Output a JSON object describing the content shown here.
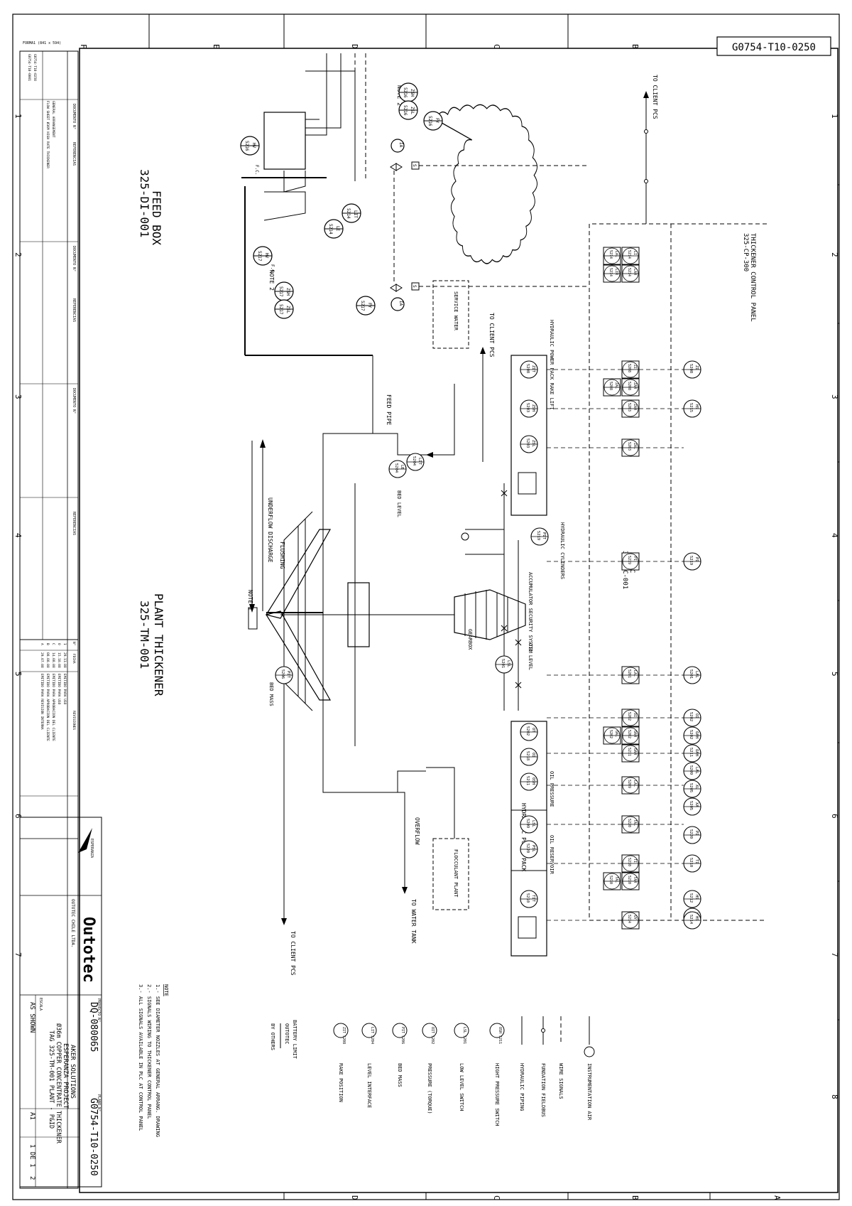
{
  "drawing_number": "G0754-T10-0250",
  "format": "FORMA1\n(841 x 594)",
  "border_letters": [
    "F",
    "E",
    "D",
    "C",
    "B",
    "A"
  ],
  "border_numbers": [
    "1",
    "2",
    "3",
    "4",
    "5",
    "6",
    "7",
    "8"
  ],
  "equipment": {
    "feed_box_title": "FEED BOX",
    "feed_box_tag": "325-DI-001",
    "thickener_title": "PLANT THICKENER",
    "thickener_tag": "325-TM-001",
    "control_panel_title": "THICKENER CONTROL PANEL",
    "control_panel_tag": "325-CP-300",
    "plc_title": "PLC",
    "plc_tag": "325-PC-001",
    "hpp_rake_lift": "HYDRAULIC POWER PACK RAKE LIFT",
    "hpp": "HYDRAULIC POWER PACK",
    "oil_pressure": "OIL PRESSURE",
    "oil_reservoir": "OIL RESERVOIR",
    "hydraulic_cylinders": "HYDRAULIC CYLINDERS",
    "accumulator": "ACCUMULATOR SECURITY SYSTEM",
    "gearbox": "GEARBOX",
    "oil_level": "OIL LEVEL",
    "service_water": "SERVICE WATER",
    "flocculant_plant": "FLOCCULANT PLANT"
  },
  "streams": {
    "feed_pipe": "FEED PIPE",
    "flushing": "FLUSHING",
    "underflow_discharge": "UNDERFLOW DISCHARGE",
    "overflow": "OVERFLOW",
    "to_water_tank": "TO WATER TANK",
    "to_client_pcs": "TO CLIENT PCS",
    "bed_level": "BED LEVEL",
    "bed_mass": "BED MASS",
    "note_1": "NOTE 1",
    "note_2": "NOTE 2",
    "ia": "IA",
    "fc": "F.C."
  },
  "instruments": {
    "feed_box": [
      {
        "t": "ZSH",
        "n": "5216"
      },
      {
        "t": "ZSL",
        "n": "5216"
      },
      {
        "t": "FY",
        "n": "5216"
      },
      {
        "t": "HV",
        "n": "5216"
      },
      {
        "t": "LIT",
        "n": "5214"
      },
      {
        "t": "LE",
        "n": "5214"
      },
      {
        "t": "HV",
        "n": "5217"
      },
      {
        "t": "ZSH",
        "n": "5217"
      },
      {
        "t": "ZSL",
        "n": "5217"
      },
      {
        "t": "FY",
        "n": "5217"
      }
    ],
    "panel": [
      {
        "t": "LAH",
        "n": "5214"
      },
      {
        "t": "LI",
        "n": "5214"
      },
      {
        "t": "LIR",
        "n": "5214"
      },
      {
        "t": "LAL",
        "n": "5214"
      }
    ],
    "rake_lift": [
      {
        "t": "ZIT",
        "n": "5208"
      },
      {
        "t": "ZSH",
        "n": "5203"
      },
      {
        "t": "ZSL",
        "n": "5203"
      },
      {
        "t": "LIT",
        "n": "5204"
      },
      {
        "t": "LE",
        "n": "5204"
      },
      {
        "t": "PIT",
        "n": "5219"
      },
      {
        "t": "LSL",
        "n": "5201"
      },
      {
        "t": "PIT",
        "n": "5206"
      }
    ],
    "plc_row": [
      {
        "t": "ZI",
        "n": "5208"
      },
      {
        "t": "ZAH",
        "n": "5208"
      },
      {
        "t": "ZAL",
        "n": "5208"
      },
      {
        "t": "ZAH",
        "n": "5203"
      },
      {
        "t": "ZAL",
        "n": "5203"
      },
      {
        "t": "PI",
        "n": "5219"
      },
      {
        "t": "LAL",
        "n": "5201"
      },
      {
        "t": "OI",
        "n": "5202"
      },
      {
        "t": "OAH",
        "n": "5202"
      },
      {
        "t": "OAL",
        "n": "5202"
      },
      {
        "t": "OAH",
        "n": "5211"
      },
      {
        "t": "LAL",
        "n": "5209"
      },
      {
        "t": "TAL",
        "n": "5220"
      },
      {
        "t": "TI",
        "n": "5210"
      },
      {
        "t": "TAH",
        "n": "5210"
      },
      {
        "t": "TAL",
        "n": "5210"
      },
      {
        "t": "UY",
        "n": "5214"
      }
    ],
    "field_row": [
      {
        "t": "ZI",
        "n": "5208"
      },
      {
        "t": "HS",
        "n": "5215"
      },
      {
        "t": "PI",
        "n": "5219"
      },
      {
        "t": "LAL",
        "n": "5201"
      },
      {
        "t": "OI",
        "n": "5202"
      },
      {
        "t": "OAH",
        "n": "5202"
      },
      {
        "t": "OAH",
        "n": "5211"
      },
      {
        "t": "LAL",
        "n": "5209"
      },
      {
        "t": "XL",
        "n": "5205"
      },
      {
        "t": "XA",
        "n": "5205"
      },
      {
        "t": "PI",
        "n": "5220"
      },
      {
        "t": "TI",
        "n": "5210"
      },
      {
        "t": "HS",
        "n": "5212"
      },
      {
        "t": "HS",
        "n": "5213"
      },
      {
        "t": "HS",
        "n": "5214"
      }
    ],
    "hpp": [
      {
        "t": "OT",
        "n": "5202"
      },
      {
        "t": "OI",
        "n": "5218"
      },
      {
        "t": "OSH",
        "n": "5211"
      },
      {
        "t": "LSL",
        "n": "5209"
      },
      {
        "t": "PSL",
        "n": "5220"
      },
      {
        "t": "TIT",
        "n": "5210"
      }
    ]
  },
  "legend": [
    {
      "sym": "IA",
      "label": "INSTRUMENTATION AIR"
    },
    {
      "sym": "",
      "label": "WIRE SIGNALS"
    },
    {
      "sym": "",
      "label": "FUNDATION FIELDBUS"
    },
    {
      "sym": "",
      "label": "HYDRAULIC PIPING"
    },
    {
      "sym": "OSH 5211",
      "label": "HIGHT PRESSURE SWITCH"
    },
    {
      "sym": "LSL 5201",
      "label": "LOW LEVEL SWITCH"
    },
    {
      "sym": "OIT 5202",
      "label": "PRESSURE (TORQUE)"
    },
    {
      "sym": "PIT 5206",
      "label": "BED MASS"
    },
    {
      "sym": "LIT 5204",
      "label": "LEVEL INTERFACE"
    },
    {
      "sym": "ZIT 5208",
      "label": "RAKE POSITION"
    }
  ],
  "battery_limit": {
    "title": "BATTERY LIMIT",
    "top": "OUTOTEC",
    "bottom": "BY OTHERS"
  },
  "notes": {
    "title": "NOTE",
    "items": [
      "1.- SEE DIAMETER NOZZLES AT GENERAL ARRANG. DRAWING",
      "2.- SIGNALS WIRING TO THICKENER CONTROL PANEL",
      "3.- ALL SIGNALS AVAILABLE IN PLC AT CONTROL PANEL"
    ]
  },
  "title_block": {
    "company": "Outotec",
    "company_local": "OUTOTEC CHILE LTDA.",
    "client_logo": "ESPERANZA",
    "project_label": "PROYECTO N°",
    "project_no": "DQ-080065",
    "plan_label": "PLANO N°",
    "plan_no": "G0754-T10-0250",
    "client": "AKER SOLUTIONS",
    "project": "ESPERANZA PROJECT",
    "title1": "Ø36m COPPER CONCENTRATE THICKENER",
    "title2": "TAG 325-TM-001 PLANT - P&ID",
    "scale_label": "ESCALA",
    "scale": "AS SHOWN",
    "size": "A1",
    "sheet": "1 DE 1",
    "rev": "2"
  },
  "revisions": [
    {
      "n": "1",
      "date": "29.11.08",
      "desc": "EMITIDO PARA USO"
    },
    {
      "n": "0",
      "date": "15.10.08",
      "desc": "EMITIDO PARA USO"
    },
    {
      "n": "C",
      "date": "14.08.08",
      "desc": "EMITIDO PARA APROBACION DEL CLIENTE"
    },
    {
      "n": "B",
      "date": "08.08.08",
      "desc": "EMITIDO PARA APROBACION DEL CLIENTE"
    },
    {
      "n": "A",
      "date": "29.07.08",
      "desc": "EMITIDO PARA REVISION INTERNA"
    }
  ],
  "rev_header": {
    "n": "N°",
    "date": "FECHA",
    "desc": "REVISIONES"
  },
  "ref_header": {
    "doc": "DOCUMENTO N°",
    "ref": "REFERENCIAS"
  },
  "references": [
    {
      "doc": "G0754-T10-0001",
      "ref": "FLOW SHEET Ø36M HIGH RATE THICKENER"
    },
    {
      "doc": "G0754-T10-0250",
      "ref": "GENERAL ARRANGEMENT"
    }
  ]
}
